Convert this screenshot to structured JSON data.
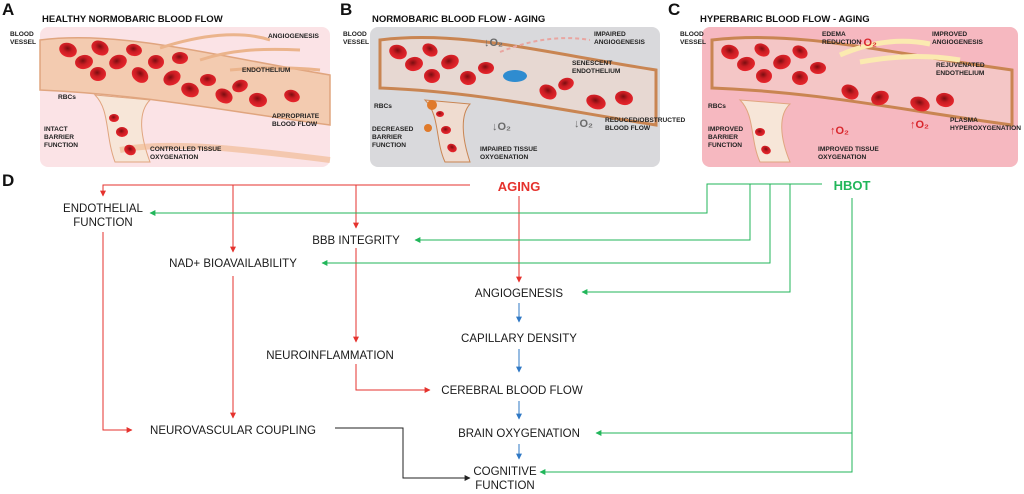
{
  "panels": {
    "A": {
      "letter": "A",
      "title": "HEALTHY NORMOBARIC BLOOD FLOW",
      "labels": [
        "BLOOD",
        "VESSEL",
        "ANGIOGENESIS",
        "ENDOTHELIUM",
        "RBCs",
        "APPROPRIATE",
        "BLOOD FLOW",
        "INTACT",
        "BARRIER",
        "FUNCTION",
        "CONTROLLED TISSUE",
        "OXYGENATION"
      ],
      "bg": "#fbe3e6"
    },
    "B": {
      "letter": "B",
      "title": "NORMOBARIC BLOOD FLOW - AGING",
      "labels": [
        "BLOOD",
        "VESSEL",
        "IMPAIRED",
        "ANGIOGENESIS",
        "SENESCENT",
        "ENDOTHELIUM",
        "RBCs",
        "DECREASED",
        "BARRIER",
        "FUNCTION",
        "IMPAIRED TISSUE",
        "OXYGENATION",
        "REDUCED/OBSTRUCTED",
        "BLOOD FLOW"
      ],
      "o2": [
        "↓O₂",
        "↓O₂",
        "↓O₂"
      ],
      "bg": "#d9d9dc"
    },
    "C": {
      "letter": "C",
      "title": "HYPERBARIC BLOOD FLOW - AGING",
      "labels": [
        "BLOOD",
        "VESSEL",
        "EDEMA",
        "REDUCTION",
        "IMPROVED",
        "ANGIOGENESIS",
        "REJUVENATED",
        "ENDOTHELIUM",
        "RBCs",
        "PLASMA",
        "HYPEROXYGENATION",
        "IMPROVED",
        "BARRIER",
        "FUNCTION",
        "IMPROVED TISSUE",
        "OXYGENATION"
      ],
      "o2": [
        "↑O₂",
        "↑O₂",
        "↑O₂"
      ],
      "bg": "#f6b8c0"
    }
  },
  "diagram": {
    "letter": "D",
    "sources": {
      "aging": "AGING",
      "hbot": "HBOT"
    },
    "nodes": {
      "endothelial_1": "ENDOTHELIAL",
      "endothelial_2": "FUNCTION",
      "bbb": "BBB INTEGRITY",
      "nad": "NAD+ BIOAVAILABILITY",
      "angiogenesis": "ANGIOGENESIS",
      "capillary": "CAPILLARY DENSITY",
      "neuroinflammation": "NEUROINFLAMMATION",
      "cbf": "CEREBRAL BLOOD FLOW",
      "coupling": "NEUROVASCULAR COUPLING",
      "oxygenation": "BRAIN OXYGENATION",
      "cognitive_1": "COGNITIVE",
      "cognitive_2": "FUNCTION"
    },
    "colors": {
      "aging": "#e5322d",
      "hbot": "#21b65a",
      "flow": "#2f78c4",
      "neutral": "#222222"
    }
  }
}
